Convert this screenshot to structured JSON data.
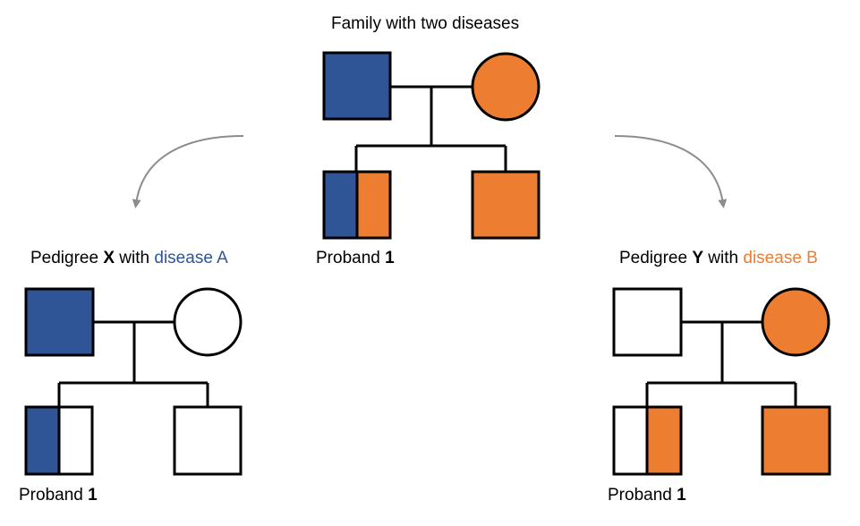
{
  "colors": {
    "disease_a": "#2F5597",
    "disease_b": "#ED7D31",
    "line": "#000000",
    "arrow": "#8C8C8C",
    "unaffected": "#FFFFFF"
  },
  "top": {
    "title": "Family with two diseases",
    "proband_label": "Proband",
    "proband_number": "1",
    "members": {
      "father": {
        "sex": "male",
        "affected": [
          "disease_a"
        ]
      },
      "mother": {
        "sex": "female",
        "affected": [
          "disease_b"
        ]
      },
      "proband": {
        "sex": "male",
        "affected": [
          "disease_a",
          "disease_b"
        ]
      },
      "sibling": {
        "sex": "male",
        "affected": [
          "disease_b"
        ]
      }
    }
  },
  "pedigree_x": {
    "prefix": "Pedigree ",
    "letter": "X",
    "middle": " with ",
    "disease": "disease A",
    "proband_label": "Proband",
    "proband_number": "1",
    "members": {
      "father": {
        "sex": "male",
        "affected": [
          "disease_a"
        ]
      },
      "mother": {
        "sex": "female",
        "affected": []
      },
      "proband": {
        "sex": "male",
        "affected": [
          "disease_a",
          "none"
        ]
      },
      "sibling": {
        "sex": "male",
        "affected": []
      }
    }
  },
  "pedigree_y": {
    "prefix": "Pedigree ",
    "letter": "Y",
    "middle": " with ",
    "disease": "disease B",
    "proband_label": "Proband",
    "proband_number": "1",
    "members": {
      "father": {
        "sex": "male",
        "affected": []
      },
      "mother": {
        "sex": "female",
        "affected": [
          "disease_b"
        ]
      },
      "proband": {
        "sex": "male",
        "affected": [
          "none",
          "disease_b"
        ]
      },
      "sibling": {
        "sex": "male",
        "affected": [
          "disease_b"
        ]
      }
    }
  }
}
